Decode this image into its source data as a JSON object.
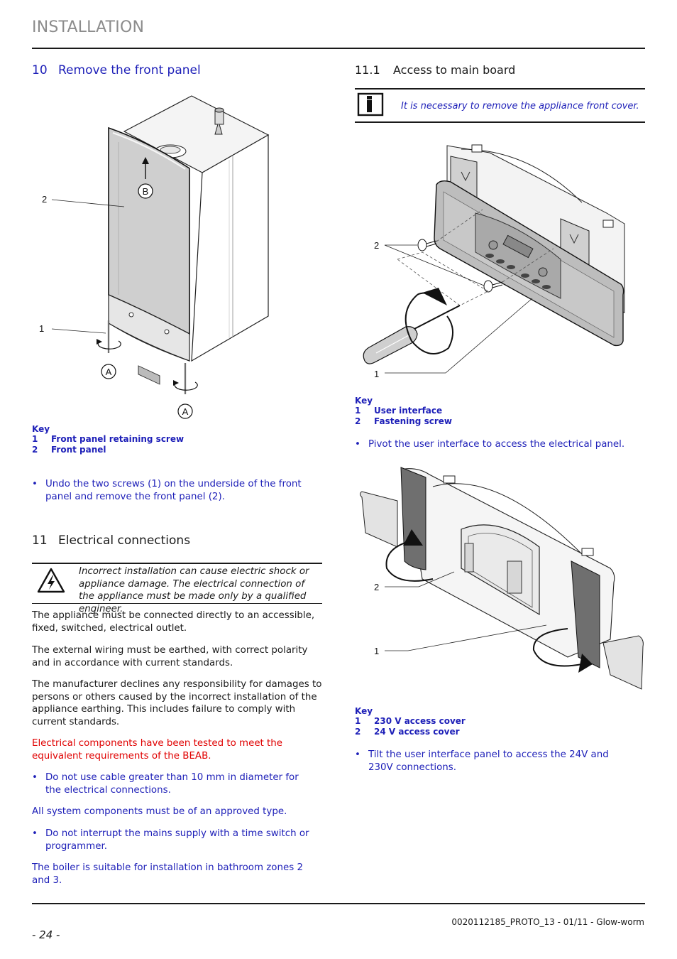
{
  "header": {
    "title": "INSTALLATION"
  },
  "section10": {
    "number": "10",
    "title": "Remove the front panel",
    "figure": {
      "label_2": "2",
      "label_1": "1",
      "label_B": "B",
      "label_A1": "A",
      "label_A2": "A"
    },
    "key": {
      "heading": "Key",
      "items": [
        {
          "n": "1",
          "text": "Front panel retaining screw"
        },
        {
          "n": "2",
          "text": "Front panel"
        }
      ]
    },
    "bullet": "Undo the two screws (1) on the underside of the front panel and remove the front panel (2)."
  },
  "section11": {
    "number": "11",
    "title": "Electrical connections",
    "warning": "Incorrect installation can cause electric shock or appliance damage. The electrical connection of the appliance must be made only by a qualified engineer.",
    "para1": "The appliance must be connected directly to an accessible, fixed, switched, electrical outlet.",
    "para2": "The external wiring must be earthed, with correct polarity and in accordance with current standards.",
    "para3": "The manufacturer declines any responsibility for damages to persons or others caused by the incorrect installation of the appliance earthing. This includes failure to comply with current standards.",
    "para4_red": "Electrical components have been tested to meet the equivalent requirements of the BEAB.",
    "bullet1": "Do not use cable greater than 10 mm in diameter for the electrical connections.",
    "para5": "All system components must be of an approved type.",
    "bullet2": "Do not interrupt the mains supply with a time switch or programmer.",
    "para6": "The boiler is suitable for installation in bathroom zones 2 and 3."
  },
  "section11_1": {
    "number": "11.1",
    "title": "Access to main board",
    "info": "It is necessary to remove the appliance front cover.",
    "figure1": {
      "label_2": "2",
      "label_1": "1"
    },
    "key1": {
      "heading": "Key",
      "items": [
        {
          "n": "1",
          "text": "User interface"
        },
        {
          "n": "2",
          "text": "Fastening screw"
        }
      ]
    },
    "bullet1": "Pivot the user interface to access the electrical panel.",
    "figure2": {
      "label_2": "2",
      "label_1": "1"
    },
    "key2": {
      "heading": "Key",
      "items": [
        {
          "n": "1",
          "text": "230 V access cover"
        },
        {
          "n": "2",
          "text": "24 V access cover"
        }
      ]
    },
    "bullet2": "Tilt the user interface panel to access the 24V and 230V connections."
  },
  "footer": {
    "doc_ref": "0020112185_PROTO_13 - 01/11 - Glow-worm",
    "page": "- 24 -"
  }
}
